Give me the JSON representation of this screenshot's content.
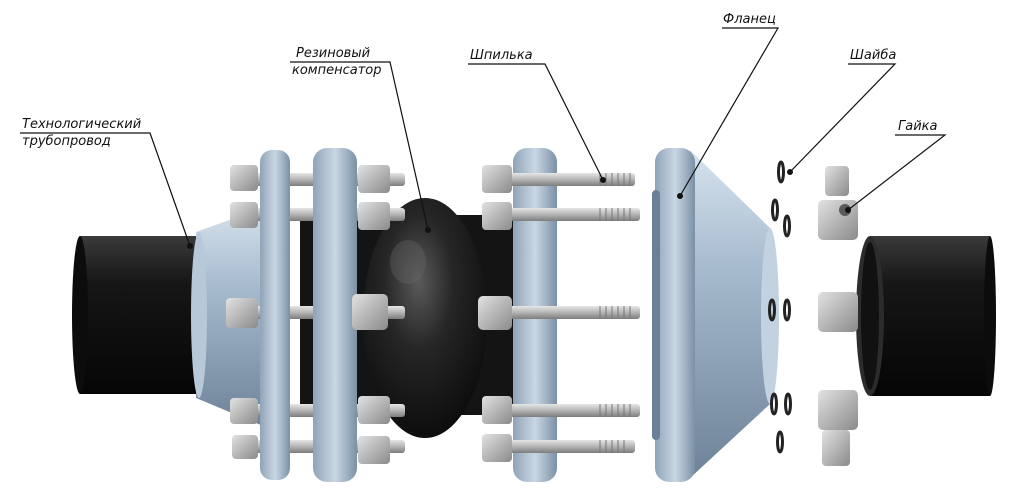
{
  "labels": {
    "pipe_line1": "Технологический",
    "pipe_line2": "трубопровод",
    "rubber_line1": "Резиновый",
    "rubber_line2": "компенсатор",
    "stud": "Шпилька",
    "flange": "Фланец",
    "washer": "Шайба",
    "nut": "Гайка"
  },
  "colors": {
    "pipe": "#111111",
    "flange": "#9fb3c8",
    "rubber": "#1e1e1e",
    "bolt": "#b9b9b9",
    "leader": "#111111"
  }
}
